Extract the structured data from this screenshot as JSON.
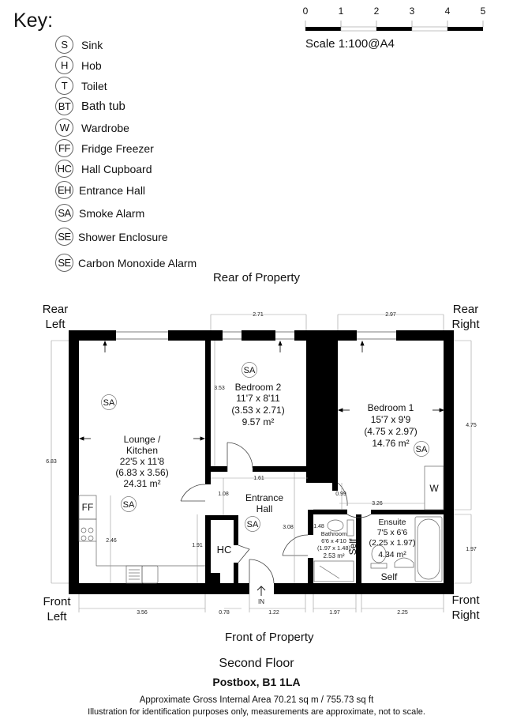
{
  "key": {
    "title": "Key:",
    "items": [
      {
        "code": "S",
        "label": "Sink"
      },
      {
        "code": "H",
        "label": "Hob"
      },
      {
        "code": "T",
        "label": "Toilet"
      },
      {
        "code": "BT",
        "label": "Bath tub"
      },
      {
        "code": "W",
        "label": "Wardrobe"
      },
      {
        "code": "FF",
        "label": "Fridge Freezer"
      },
      {
        "code": "HC",
        "label": "Hall Cupboard"
      },
      {
        "code": "EH",
        "label": "Entrance Hall"
      },
      {
        "code": "SA",
        "label": "Smoke Alarm"
      },
      {
        "code": "SE",
        "label": "Shower Enclosure"
      },
      {
        "code": "SE",
        "label": "Carbon Monoxide Alarm"
      }
    ]
  },
  "scale": {
    "ticks": [
      "0",
      "1",
      "2",
      "3",
      "4",
      "5"
    ],
    "label": "Scale 1:100@A4"
  },
  "orientation": {
    "rear": "Rear of Property",
    "front": "Front of Property",
    "rear_left": [
      "Rear",
      "Left"
    ],
    "rear_right": [
      "Rear",
      "Right"
    ],
    "front_left": [
      "Front",
      "Left"
    ],
    "front_right": [
      "Front",
      "Right"
    ]
  },
  "rooms": {
    "lounge": {
      "name1": "Lounge /",
      "name2": "Kitchen",
      "imperial": "22'5 x 11'8",
      "metric": "(6.83 x 3.56)",
      "area": "24.31 m²"
    },
    "bedroom2": {
      "name": "Bedroom 2",
      "imperial": "11'7 x 8'11",
      "metric": "(3.53 x 2.71)",
      "area": "9.57 m²"
    },
    "bedroom1": {
      "name": "Bedroom 1",
      "imperial": "15'7 x 9'9",
      "metric": "(4.75 x 2.97)",
      "area": "14.76 m²"
    },
    "hall": {
      "name1": "Entrance",
      "name2": "Hall"
    },
    "bathroom": {
      "name": "Bathroom",
      "imperial": "6'6 x 4'10",
      "metric": "(1.97 x 1.48)",
      "area": "2.53 m²"
    },
    "ensuite": {
      "name": "Ensuite",
      "imperial": "7'5 x 6'6",
      "metric": "(2.25 x 1.97)",
      "area": "4.34 m²"
    }
  },
  "fixtures": {
    "ff": "FF",
    "hc": "HC",
    "w": "W",
    "sa": "SA",
    "self": "Self",
    "in": "IN"
  },
  "dimensions": {
    "top_bed2": "2.71",
    "top_bed1": "2.97",
    "left_total": "6.83",
    "right_bed1": "4.75",
    "right_ensuite": "1.97",
    "bed2_height": "3.53",
    "hall_width": "1.61",
    "hall_depth": "1.08",
    "hall_height": "3.08",
    "bed1_door": "0.99",
    "bed1_inner": "3.26",
    "kitchen_run": "2.46",
    "cupboard": "1.91",
    "bath_small": "1.48",
    "bottom_lounge": "3.56",
    "bottom_hc": "0.78",
    "bottom_hall": "1.22",
    "bottom_bath": "1.97",
    "bottom_ensuite": "2.25"
  },
  "footer": {
    "floor": "Second Floor",
    "address": "Postbox, B1 1LA",
    "gia": "Approximate Gross Internal Area 70.21 sq m / 755.73 sq ft",
    "disclaimer": "Illustration for identification purposes only, measurements are approximate, not to scale."
  }
}
